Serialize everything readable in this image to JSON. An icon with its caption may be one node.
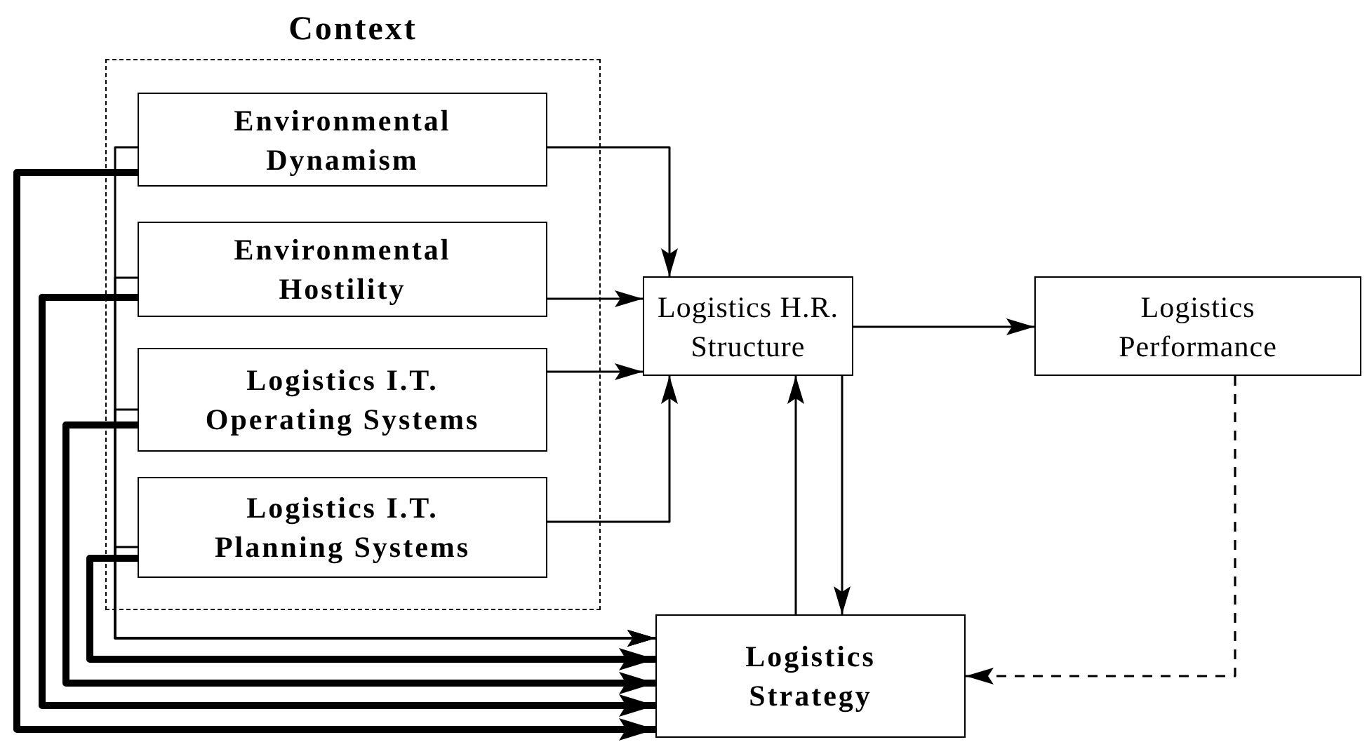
{
  "diagram": {
    "nodes": [
      {
        "text": [
          "Context"
        ]
      },
      {
        "text": [
          "Environmental Dynamism"
        ],
        "in": 0
      },
      {
        "text": [
          "Environmental Hostility"
        ],
        "in": 0
      },
      {
        "text": [
          "Logistics I.T. Operating Systems"
        ],
        "in": 0
      },
      {
        "text": [
          "Logistics I.T. Planning Systems"
        ],
        "in": 0
      },
      {
        "text": [
          "Logistics H.R. Structure"
        ]
      },
      {
        "text": [
          "Logistics Performance"
        ]
      },
      {
        "text": [
          "Logistics Strategy"
        ]
      }
    ],
    "edges": [
      {
        "from": 1,
        "to": 5,
        "arrow": "to"
      },
      {
        "from": 2,
        "to": 5,
        "arrow": "to"
      },
      {
        "from": 3,
        "to": 5,
        "arrow": "to"
      },
      {
        "from": 4,
        "to": 5,
        "arrow": "to"
      },
      {
        "from": 5,
        "to": 6,
        "arrow": "to"
      },
      {
        "from": 5,
        "to": 7,
        "arrow": "to"
      },
      {
        "from": 7,
        "to": 5,
        "arrow": "to"
      },
      {
        "from": 6,
        "to": 7,
        "arrow": "to",
        "style": "dashed"
      },
      {
        "from": 1,
        "to": 7,
        "arrow": "to",
        "style": "thick"
      },
      {
        "from": 2,
        "to": 7,
        "arrow": "to",
        "style": "thick"
      },
      {
        "from": 3,
        "to": 7,
        "arrow": "to",
        "style": "thick"
      },
      {
        "from": 4,
        "to": 7,
        "arrow": "to",
        "style": "thick"
      },
      {
        "from": 1,
        "to": 7,
        "arrow": "to"
      },
      {
        "from": 2,
        "to": 7,
        "arrow": "to"
      },
      {
        "from": 3,
        "to": 7,
        "arrow": "to"
      },
      {
        "from": 4,
        "to": 7,
        "arrow": "to"
      }
    ]
  }
}
